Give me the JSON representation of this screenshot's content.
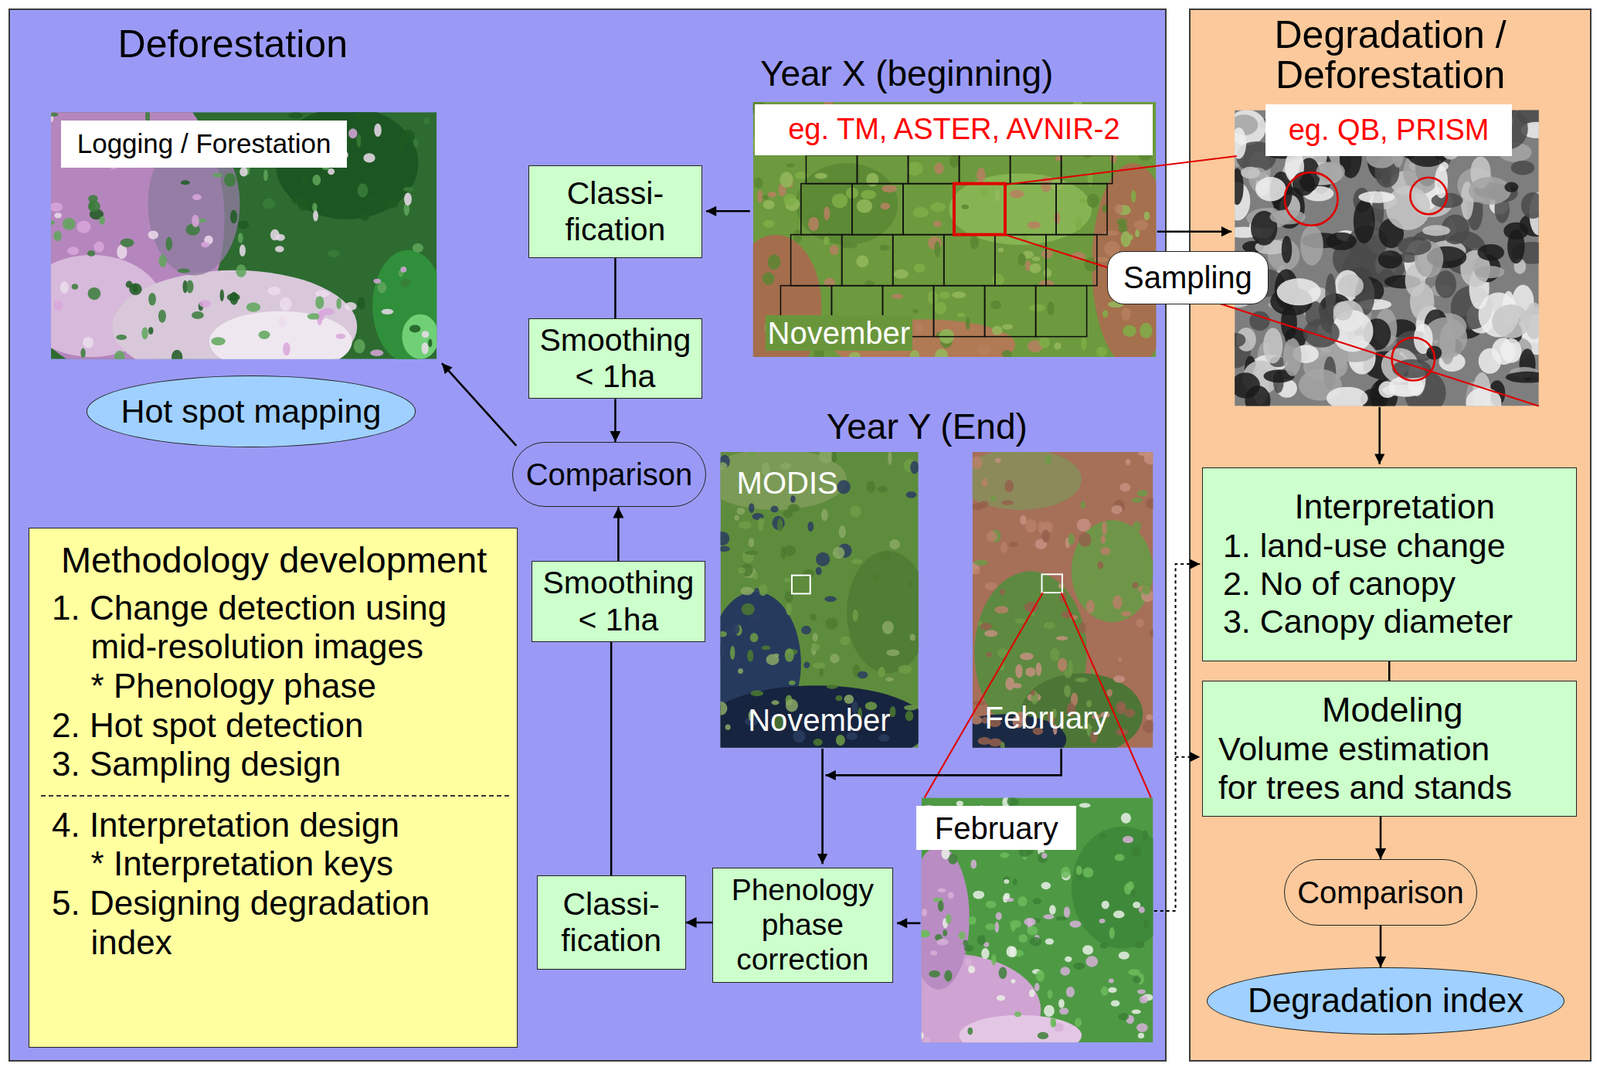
{
  "diagram": {
    "nodes": [
      {
        "text": [
          "Deforestation"
        ]
      },
      {
        "text": [
          "Logging / Forestation"
        ],
        "in": 0
      },
      {
        "text": [
          "eg. TM, ASTER, AVNIR-2"
        ],
        "in": 0
      },
      {
        "text": [
          "Classi- fication"
        ],
        "in": 0
      },
      {
        "text": [
          "Smoothing < 1ha"
        ],
        "in": 0
      },
      {
        "text": [
          "Hot spot mapping"
        ],
        "in": 0
      },
      {
        "text": [
          "Comparison"
        ],
        "in": 0
      },
      {
        "text": [
          "Smoothing < 1ha"
        ],
        "in": 0
      },
      {
        "text": [
          "Methodology development",
          "1. Change detection using mid-resolution images",
          "* Phenology phase",
          "2. Hot spot detection",
          "3. Sampling design",
          "4. Interpretation design",
          "* Interpretation keys",
          "5. Designing degradation index"
        ],
        "in": 0
      },
      {
        "text": [
          "Classi- fication"
        ],
        "in": 0
      },
      {
        "text": [
          "Phenology phase correction"
        ],
        "in": 0
      },
      {
        "text": [
          "February"
        ],
        "in": 0
      },
      {
        "text": [
          "Degradation / Deforestation"
        ]
      },
      {
        "text": [
          "eg. QB, PRISM"
        ],
        "in": 12
      },
      {
        "text": [
          "Sampling"
        ]
      },
      {
        "text": [
          "Interpretation",
          "1. land-use change",
          "2. No of canopy",
          "3. Canopy diameter"
        ],
        "in": 12
      },
      {
        "text": [
          "Modeling",
          "Volume estimation for trees and stands"
        ],
        "in": 12
      },
      {
        "text": [
          "Comparison"
        ],
        "in": 12
      },
      {
        "text": [
          "Degradation index"
        ],
        "in": 12
      }
    ],
    "edges": [
      {
        "from": 3,
        "to": 4,
        "arrow": "none"
      },
      {
        "from": 4,
        "to": 6,
        "arrow": "to"
      },
      {
        "from": 7,
        "to": 6,
        "arrow": "to"
      },
      {
        "from": 9,
        "to": 7,
        "arrow": "none"
      },
      {
        "from": 10,
        "to": 9,
        "arrow": "to"
      },
      {
        "from": 15,
        "to": 16,
        "arrow": "none"
      },
      {
        "from": 16,
        "to": 17,
        "arrow": "to"
      },
      {
        "from": 17,
        "to": 18,
        "arrow": "to"
      }
    ],
    "labels": [
      "Year X (beginning)",
      "November",
      "Year Y (End)",
      "MODIS",
      "November",
      "February"
    ]
  }
}
